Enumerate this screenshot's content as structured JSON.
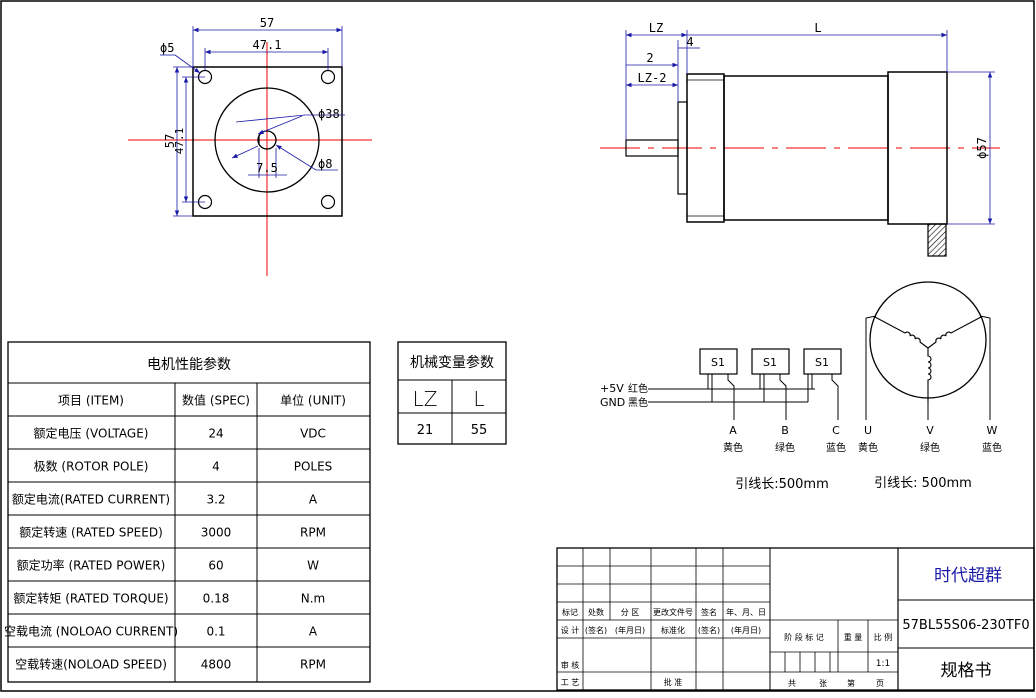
{
  "front_view": {
    "dim_width": "57",
    "dim_bolt_spacing": "47.1",
    "dim_hole": "ϕ5",
    "dim_height": "57",
    "dim_bolt_spacing_v": "47.1",
    "dim_pilot": "ϕ38",
    "dim_flat": "7.5",
    "dim_shaft": "ϕ8"
  },
  "side_view": {
    "dim_lz": "LZ",
    "dim_l": "L",
    "dim_2": "2",
    "dim_4": "4",
    "dim_lz2": "LZ-2",
    "dim_dia": "ϕ57"
  },
  "perf_table": {
    "title": "电机性能参数",
    "headers": [
      "项目 (ITEM)",
      "数值 (SPEC)",
      "单位 (UNIT)"
    ],
    "rows": [
      [
        "额定电压 (VOLTAGE)",
        "24",
        "VDC"
      ],
      [
        "极数 (ROTOR POLE)",
        "4",
        "POLES"
      ],
      [
        "额定电流(RATED CURRENT)",
        "3.2",
        "A"
      ],
      [
        "额定转速 (RATED SPEED)",
        "3000",
        "RPM"
      ],
      [
        "额定功率 (RATED POWER)",
        "60",
        "W"
      ],
      [
        "额定转矩 (RATED TORQUE)",
        "0.18",
        "N.m"
      ],
      [
        "空载电流 (NOLOAO CURRENT)",
        "0.1",
        "A"
      ],
      [
        "空载转速(NOLOAD SPEED)",
        "4800",
        "RPM"
      ]
    ]
  },
  "mech_table": {
    "title": "机械变量参数",
    "headers": [
      "LZ",
      "L"
    ],
    "values": [
      "21",
      "55"
    ]
  },
  "wiring": {
    "sensors": [
      "S1",
      "S1",
      "S1"
    ],
    "power_pos": "+5V",
    "power_pos_color": "红色",
    "power_gnd": "GND",
    "power_gnd_color": "黑色",
    "hall_labels": [
      "A",
      "B",
      "C"
    ],
    "hall_colors": [
      "黄色",
      "绿色",
      "蓝色"
    ],
    "lead_length_hall": "引线长:500mm",
    "phase_labels": [
      "U",
      "V",
      "W"
    ],
    "phase_colors": [
      "黄色",
      "绿色",
      "蓝色"
    ],
    "lead_length_phase": "引线长: 500mm"
  },
  "title_block": {
    "company": "时代超群",
    "model": "57BL55S06-230TF0",
    "doc_type": "规格书",
    "scale": "1:1",
    "row_marks": [
      "标记",
      "处数",
      "分 区",
      "更改文件号",
      "签名",
      "年、月、日"
    ],
    "row_design": [
      "设 计",
      "(签名)",
      "(年月日)",
      "标准化",
      "(签名)",
      "(年月日)"
    ],
    "stage_labels": [
      "阶 段 标 记",
      "重 量",
      "比 例"
    ],
    "review": "审 核",
    "process": "工 艺",
    "approve": "批 准",
    "sheets": [
      "共",
      "张",
      "第",
      "页"
    ]
  }
}
